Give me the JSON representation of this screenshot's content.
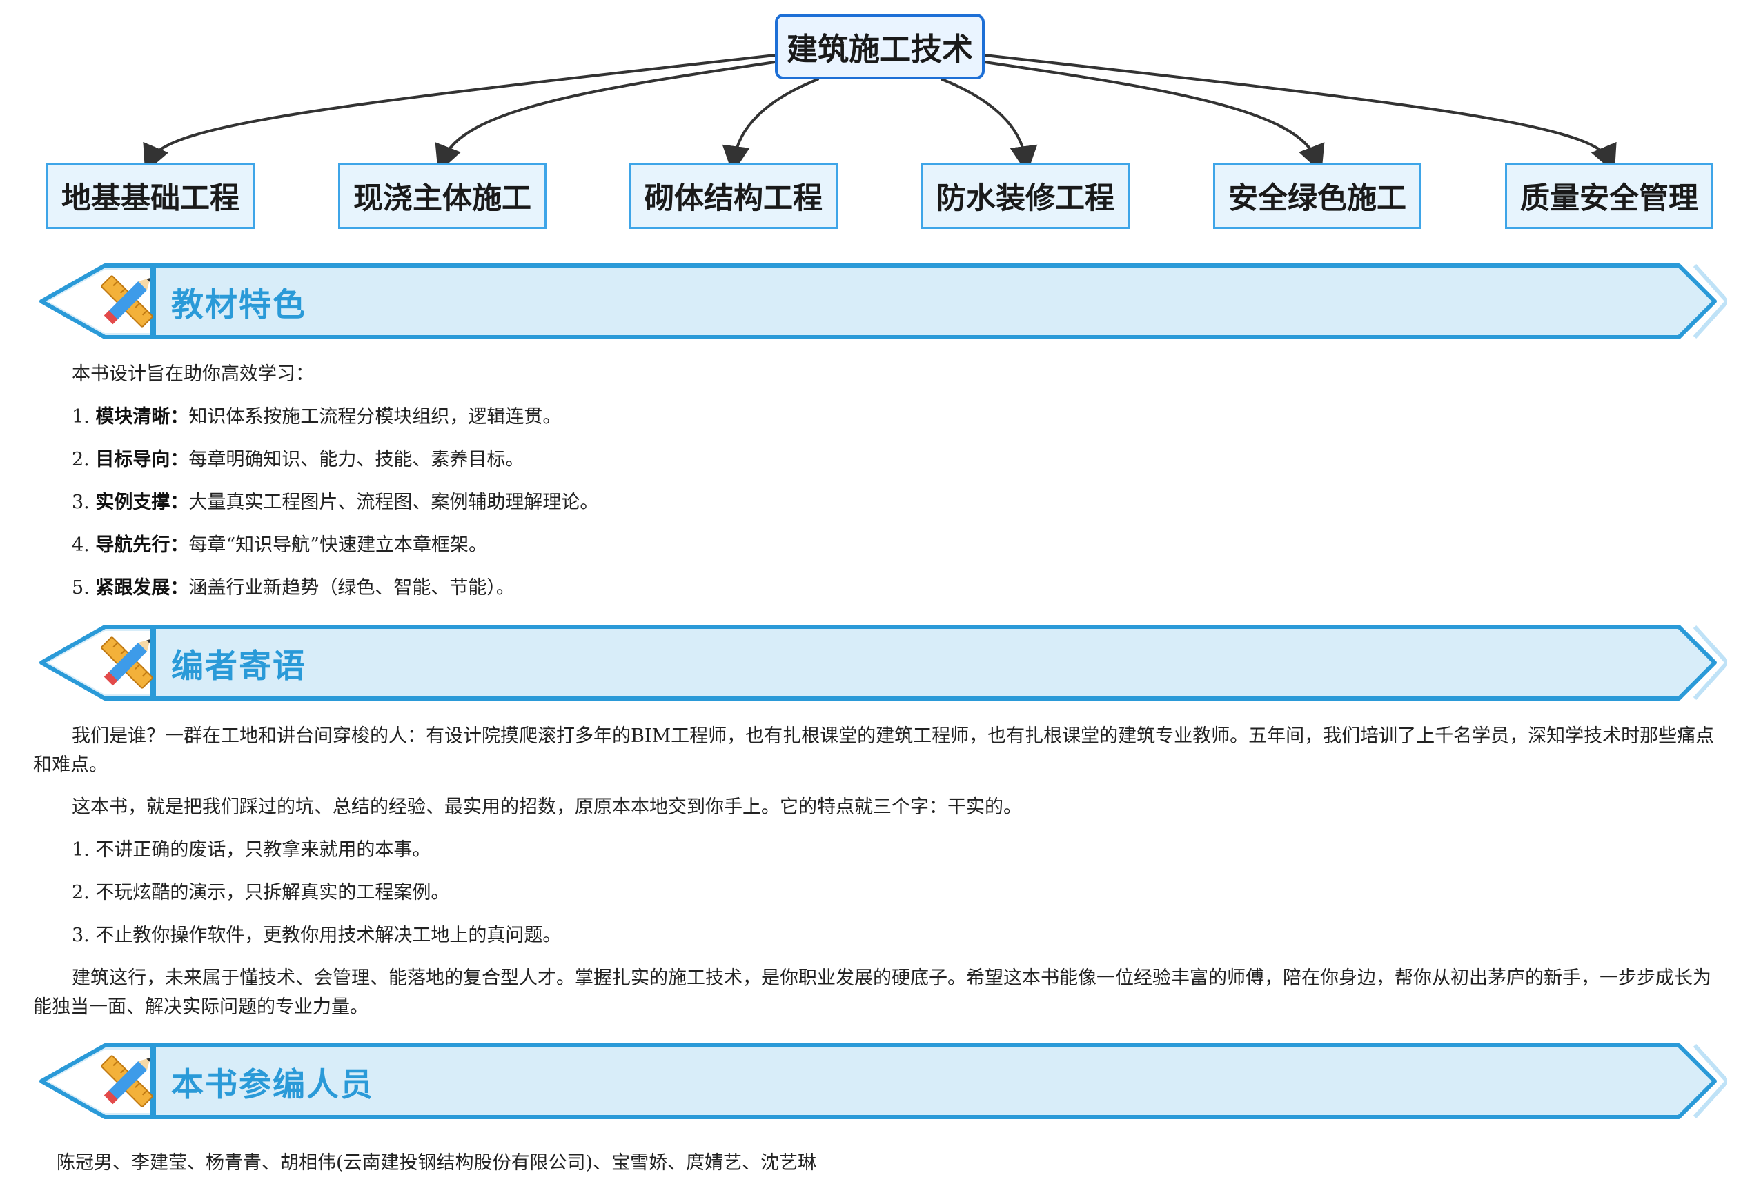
{
  "mindmap": {
    "root": "建筑施工技术",
    "children": [
      "地基基础工程",
      "现浇主体施工",
      "砌体结构工程",
      "防水装修工程",
      "安全绿色施工",
      "质量安全管理"
    ]
  },
  "colors": {
    "banner_border": "#2a9ad8",
    "banner_fill": "#d8edf9",
    "banner_title": "#2a9ad8",
    "node_border": "#3ea5e8",
    "root_border": "#1d6fd6"
  },
  "icons": {
    "banner_icon": "pencil-ruler-icon"
  },
  "section1": {
    "title": "教材特色",
    "intro": "本书设计旨在助你高效学习：",
    "items": [
      {
        "num": "1.",
        "label": "模块清晰",
        "sep": "：",
        "text": "知识体系按施工流程分模块组织，逻辑连贯。"
      },
      {
        "num": "2.",
        "label": "目标导向",
        "sep": "：",
        "text": "每章明确知识、能力、技能、素养目标。"
      },
      {
        "num": "3.",
        "label": "实例支撑",
        "sep": "：",
        "text": "大量真实工程图片、流程图、案例辅助理解理论。"
      },
      {
        "num": "4.",
        "label": "导航先行",
        "sep": "：",
        "text": "每章“知识导航”快速建立本章框架。"
      },
      {
        "num": "5.",
        "label": "紧跟发展",
        "sep": "：",
        "text": "涵盖行业新趋势（绿色、智能、节能）。"
      }
    ]
  },
  "section2": {
    "title": "编者寄语",
    "p1": "我们是谁？一群在工地和讲台间穿梭的人：有设计院摸爬滚打多年的BIM工程师，也有扎根课堂的建筑工程师，也有扎根课堂的建筑专业教师。五年间，我们培训了上千名学员，深知学技术时那些痛点和难点。",
    "p2": "这本书，就是把我们踩过的坑、总结的经验、最实用的招数，原原本本地交到你手上。它的特点就三个字：干实的。",
    "list": [
      "1. 不讲正确的废话，只教拿来就用的本事。",
      "2. 不玩炫酷的演示，只拆解真实的工程案例。",
      "3. 不止教你操作软件，更教你用技术解决工地上的真问题。"
    ],
    "p3": "建筑这行，未来属于懂技术、会管理、能落地的复合型人才。掌握扎实的施工技术，是你职业发展的硬底子。希望这本书能像一位经验丰富的师傅，陪在你身边，帮你从初出茅庐的新手，一步步成长为能独当一面、解决实际问题的专业力量。"
  },
  "section3": {
    "title": "本书参编人员",
    "authors": "陈冠男、李建莹、杨青青、胡相伟(云南建投钢结构股份有限公司)、宝雪娇、庹婧艺、沈艺琳"
  }
}
